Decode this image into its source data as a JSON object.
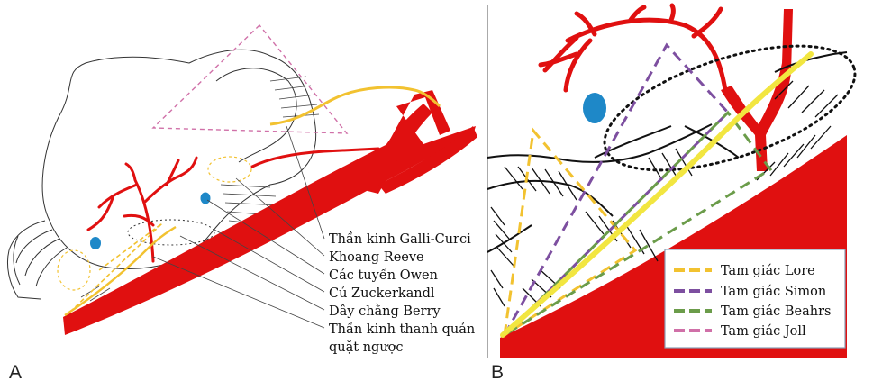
{
  "panels": {
    "a": {
      "letter": "A"
    },
    "b": {
      "letter": "B"
    }
  },
  "labels": [
    "Thần kinh Galli-Curci",
    "Khoang Reeve",
    "Các tuyến Owen",
    "Củ Zuckerkandl",
    "Dây chằng Berry",
    "Thần kinh thanh quản",
    "quặt ngược"
  ],
  "legend": [
    {
      "label": "Tam giác Lore",
      "color": "#f2c230"
    },
    {
      "label": "Tam giác Simon",
      "color": "#7d4fa0"
    },
    {
      "label": "Tam giác Beahrs",
      "color": "#6b9c4a"
    },
    {
      "label": "Tam giác Joll",
      "color": "#d070a8"
    }
  ],
  "colors": {
    "artery": "#e01010",
    "nerve": "#f2c230",
    "gland": "#1e88c8",
    "outline": "#111111"
  }
}
